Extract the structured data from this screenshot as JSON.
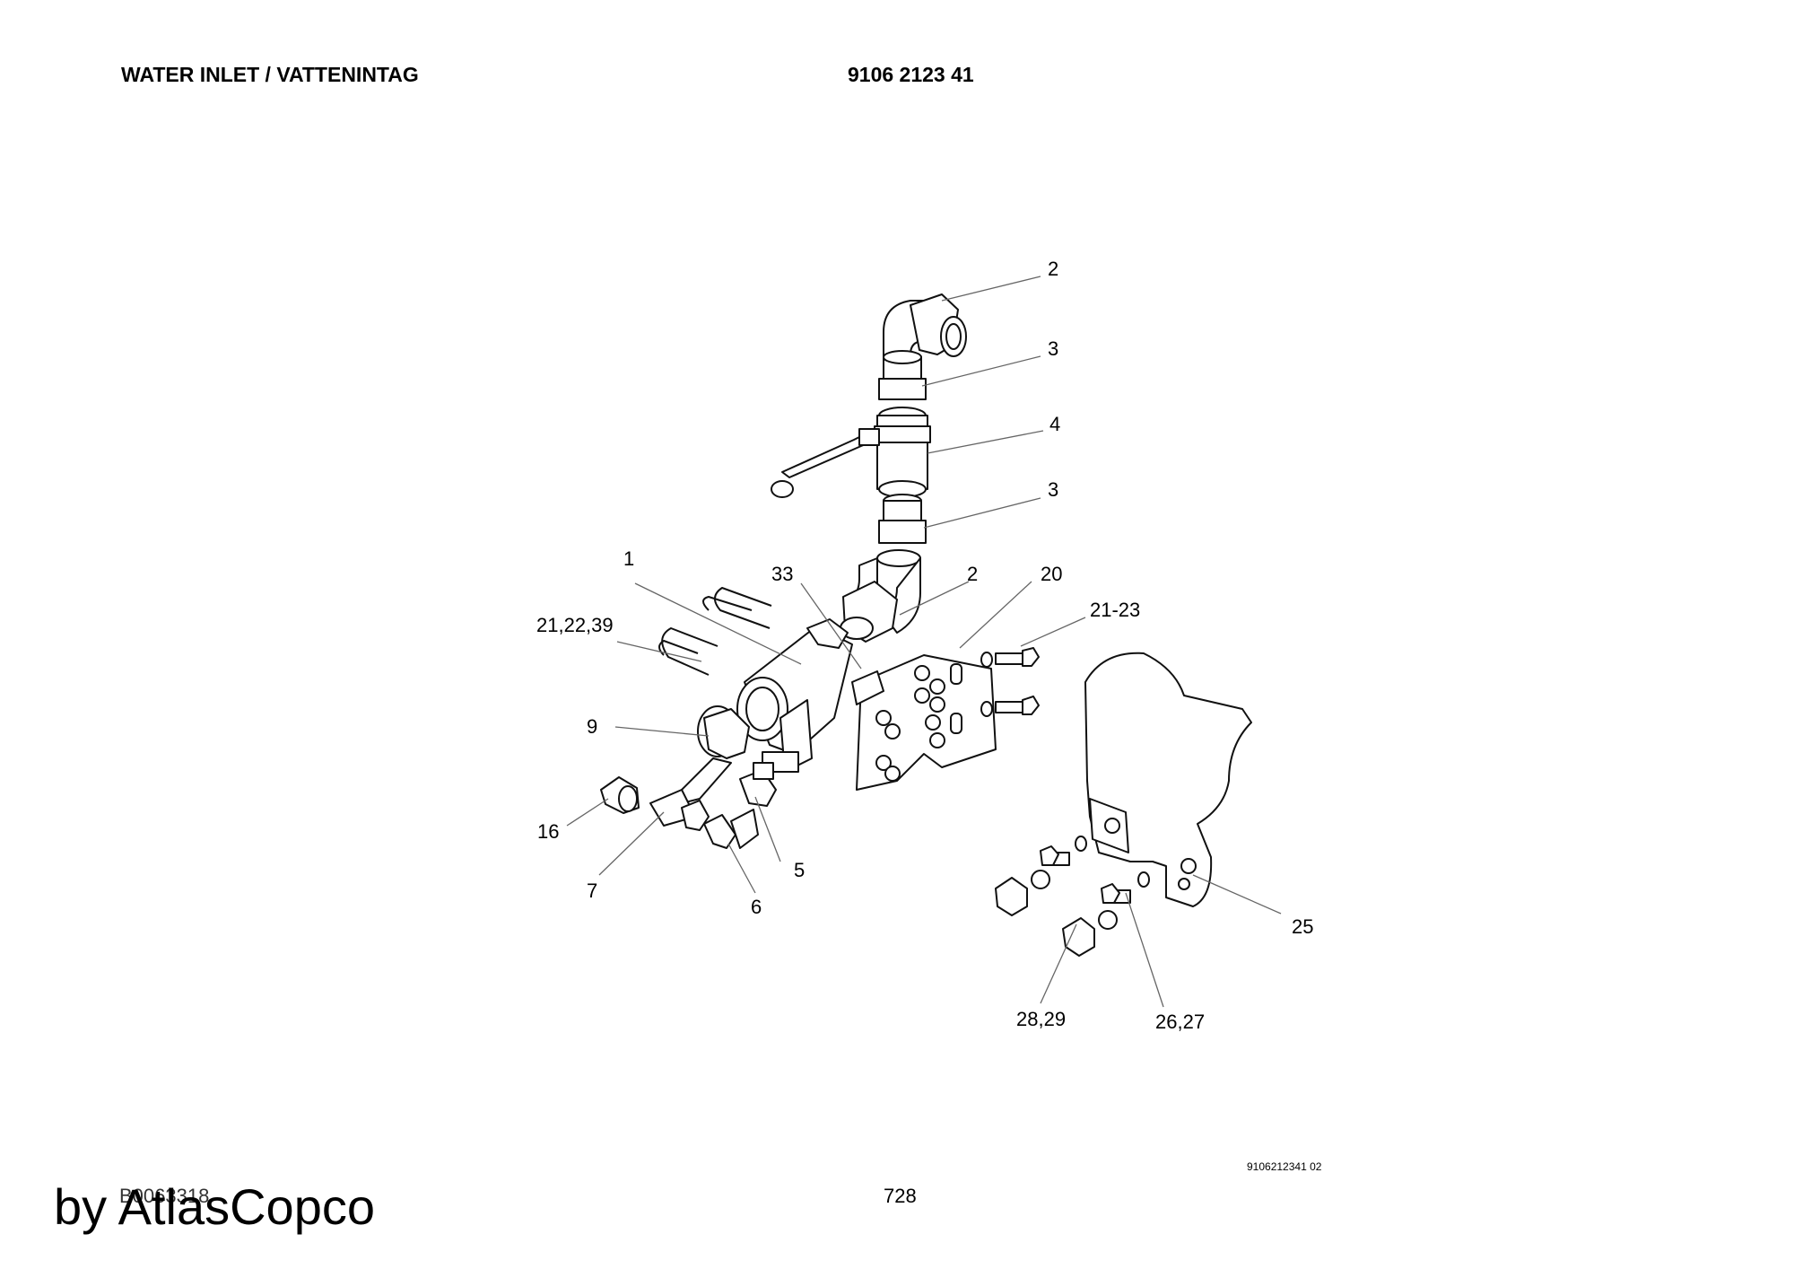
{
  "header": {
    "title": "WATER INLET / VATTENINTAG",
    "part_number": "9106 2123 41"
  },
  "callouts": {
    "c2_top": "2",
    "c3_top": "3",
    "c4": "4",
    "c3_bottom": "3",
    "c1": "1",
    "c33": "33",
    "c2_mid": "2",
    "c20": "20",
    "c21_23": "21-23",
    "c21_22_39": "21,22,39",
    "c9": "9",
    "c16": "16",
    "c5": "5",
    "c7": "7",
    "c6": "6",
    "c25": "25",
    "c28_29": "28,29",
    "c26_27": "26,27"
  },
  "footer": {
    "figure_ref": "9106212341 02",
    "page_number": "728",
    "doc_ref": "B0063318",
    "watermark": "by AtlasCopco"
  }
}
